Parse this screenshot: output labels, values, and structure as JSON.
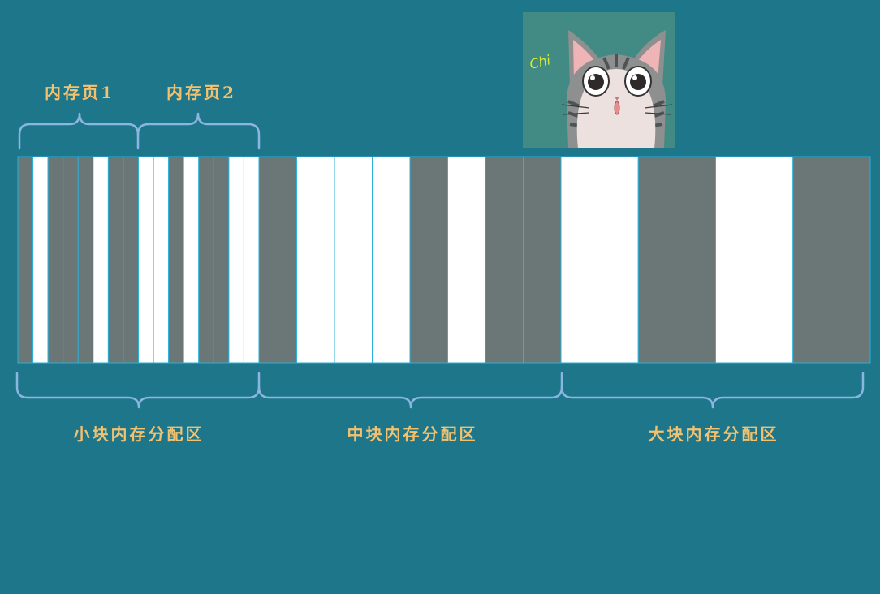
{
  "labels": {
    "page1": "内存页1",
    "page2": "内存页2",
    "small_region": "小块内存分配区",
    "medium_region": "中块内存分配区",
    "large_region": "大块内存分配区"
  },
  "avatar": {
    "text": "Chi"
  },
  "colors": {
    "background": "#1e768b",
    "used_block": "#6b7776",
    "free_block": "#ffffff",
    "block_border": "#2bb0d8",
    "brace": "#8ab6e0",
    "label": "#f2c270"
  },
  "memory": {
    "small_blocks": [
      "used",
      "free",
      "used",
      "used",
      "used",
      "free",
      "used",
      "used",
      "free",
      "free",
      "used",
      "free",
      "used",
      "used",
      "free",
      "free"
    ],
    "medium_blocks": [
      "used",
      "free",
      "free",
      "free",
      "used",
      "free",
      "used",
      "used"
    ],
    "large_blocks": [
      "free",
      "used",
      "free",
      "used"
    ]
  }
}
